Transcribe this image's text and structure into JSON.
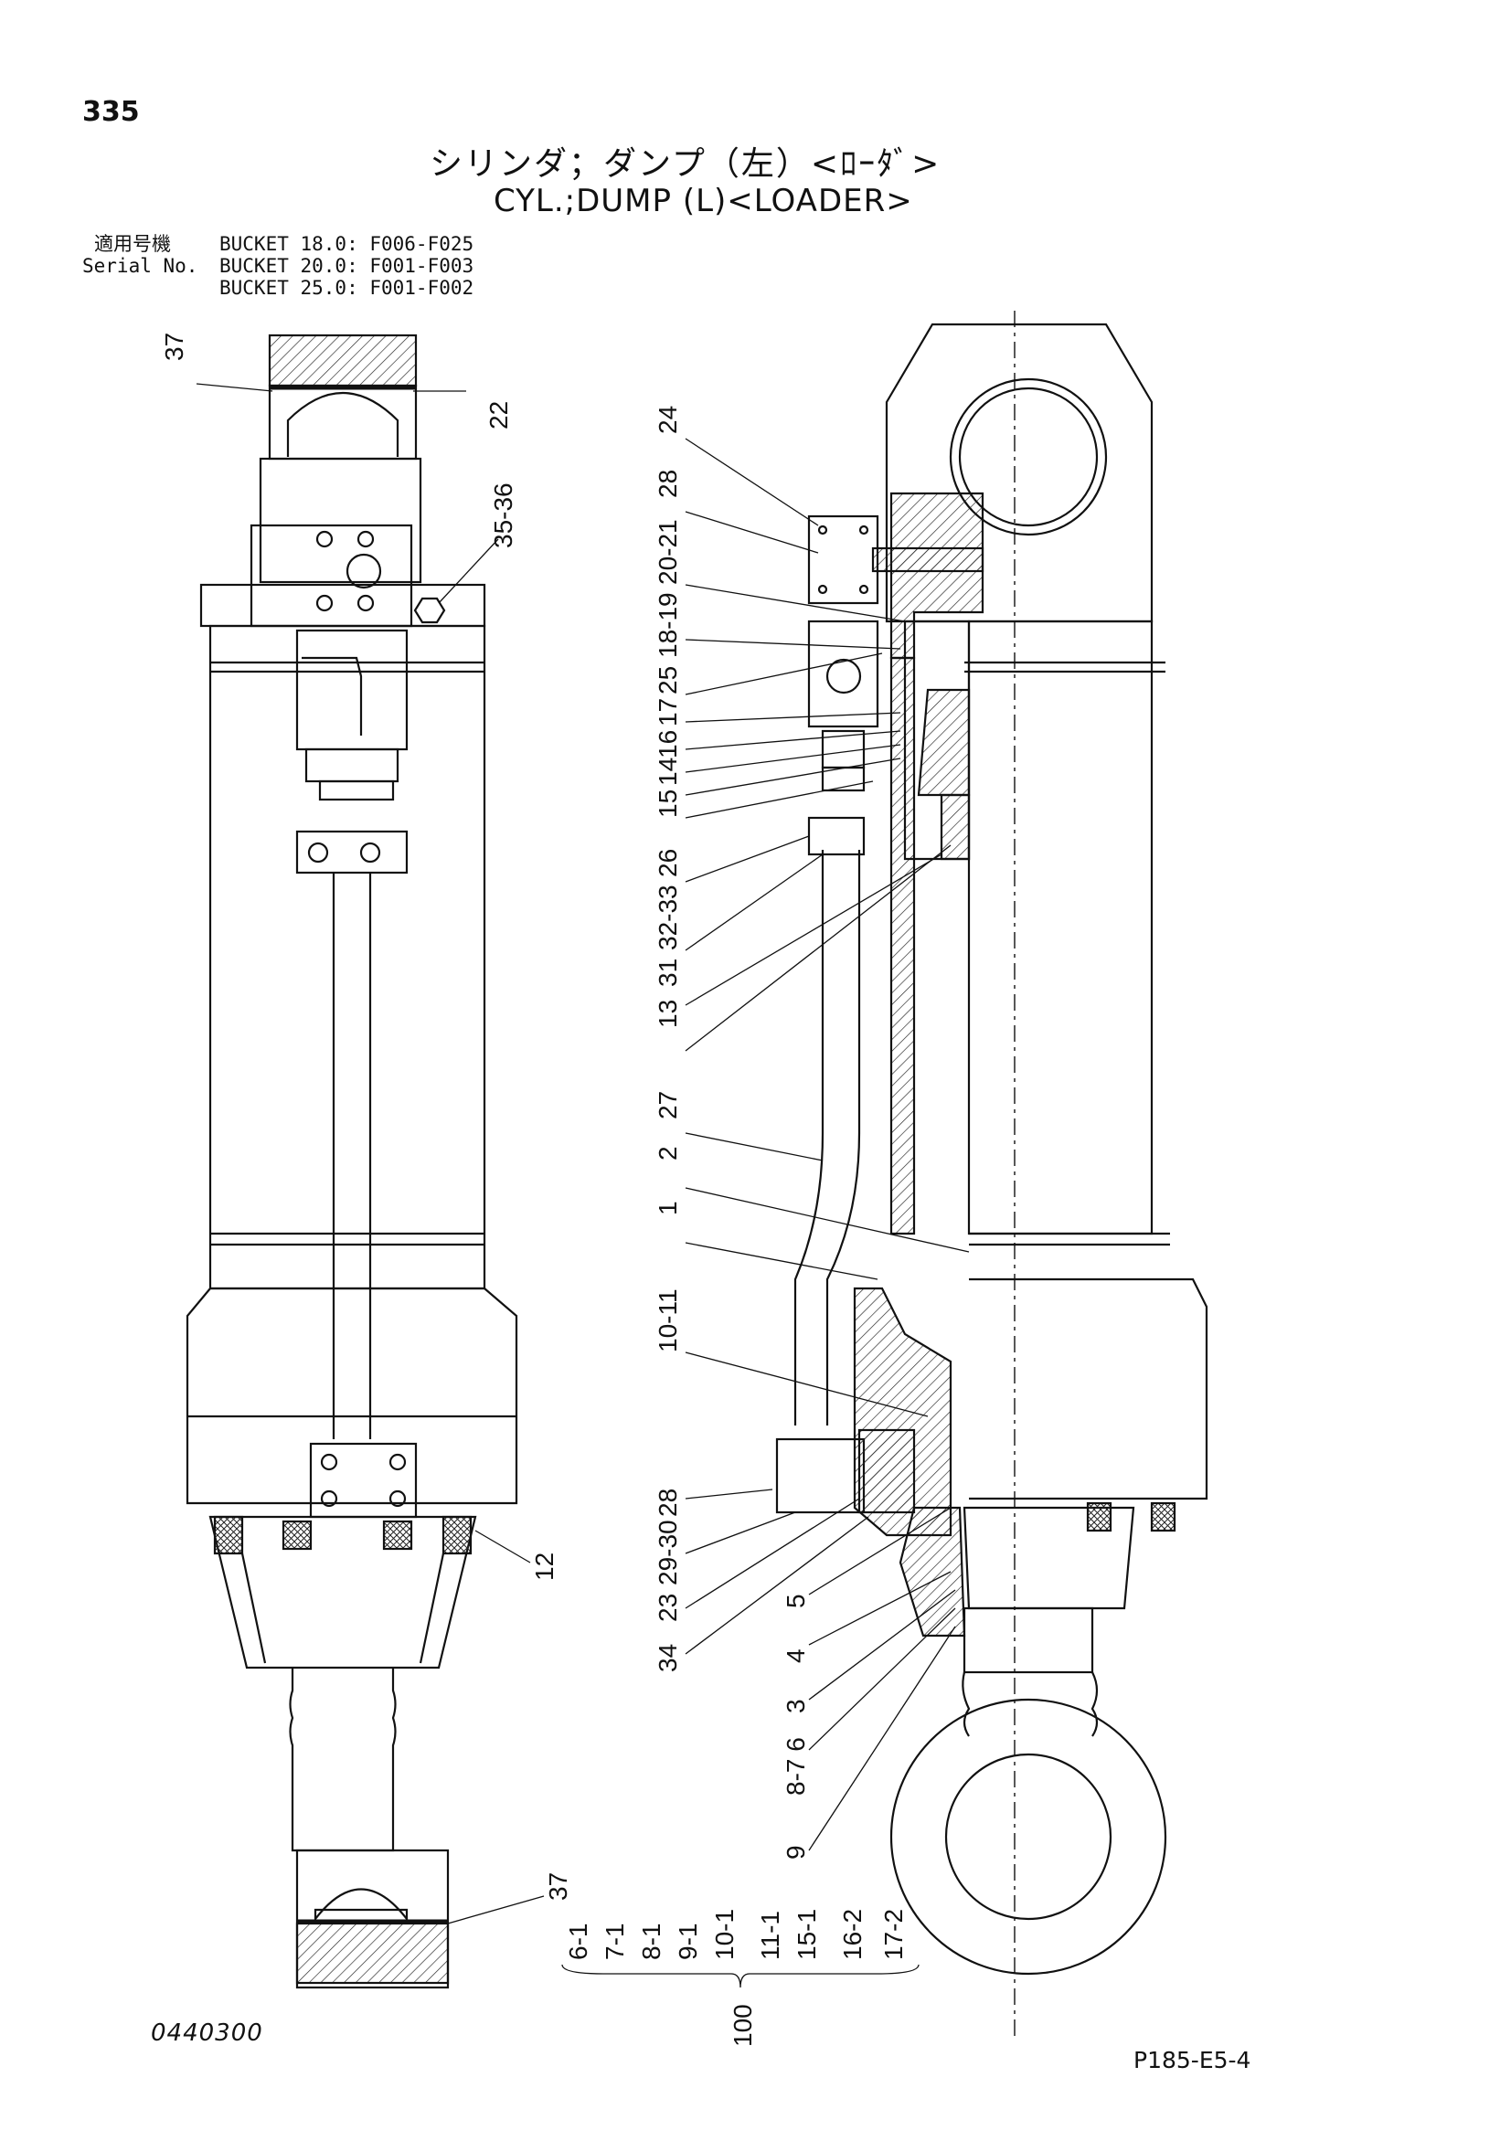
{
  "page_number": "335",
  "title_jp": "シリンダ；ダンプ（左）<ﾛｰﾀﾞ>",
  "title_en": "CYL.;DUMP (L)<LOADER>",
  "serial": {
    "label_jp": "適用号機",
    "label_en": "Serial No.",
    "lines": [
      "BUCKET 18.0: F006-F025",
      "BUCKET 20.0: F001-F003",
      "BUCKET 25.0: F001-F002"
    ]
  },
  "callouts": {
    "left_37_top": "37",
    "left_22": "22",
    "left_35_36": "35-36",
    "left_12": "12",
    "left_37_bottom": "37",
    "c24": "24",
    "c28_top": "28",
    "c20_21": "20-21",
    "c18_19": "18-19",
    "c25": "25",
    "c17": "17",
    "c16": "16",
    "c14": "14",
    "c15": "15",
    "c26": "26",
    "c32_33": "32-33",
    "c31": "31",
    "c13": "13",
    "c27": "27",
    "c2": "2",
    "c1": "1",
    "c10_11": "10-11",
    "c28_bottom": "28",
    "c29_30": "29-30",
    "c23": "23",
    "c34": "34",
    "c5": "5",
    "c4": "4",
    "c3": "3",
    "c8_7_6": "8-7 6",
    "c9": "9"
  },
  "kit": {
    "items": [
      "6-1",
      "7-1",
      "8-1",
      "9-1",
      "10-1",
      "11-1",
      "15-1",
      "16-2",
      "17-2"
    ],
    "total": "100"
  },
  "drawing_number": "0440300",
  "page_code": "P185-E5-4"
}
